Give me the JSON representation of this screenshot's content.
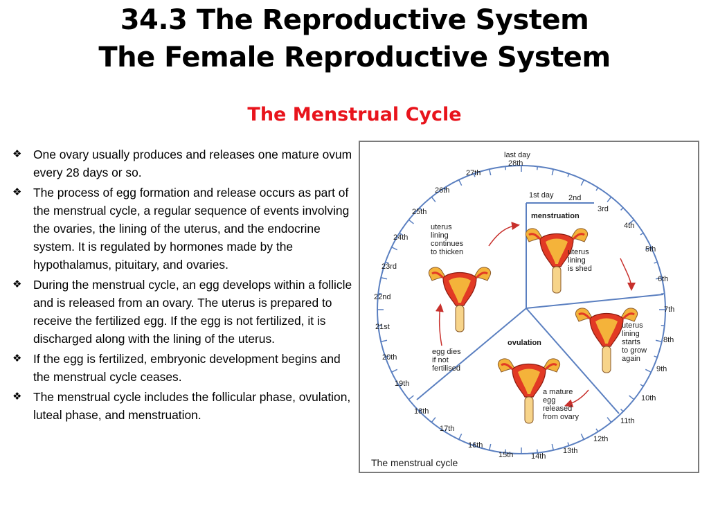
{
  "slide": {
    "title_line1": "34.3 The Reproductive System",
    "title_line2": "The Female Reproductive System",
    "subtitle": "The Menstrual Cycle",
    "bullet_symbol": "❖",
    "bullets": [
      "One ovary usually produces and releases one mature ovum every 28 days or so.",
      "The process of egg formation and release occurs as part of the menstrual cycle, a regular sequence of events involving the ovaries, the lining of the uterus, and the endocrine system. It is regulated by hormones made by the hypothalamus, pituitary, and ovaries.",
      "During the menstrual cycle, an egg develops within a follicle and is released from an ovary. The uterus is prepared to receive the fertilized egg. If the egg is not fertilized, it is discharged along with the lining of the uterus.",
      "If the egg is fertilized, embryonic development begins and the menstrual cycle ceases.",
      "The menstrual cycle includes the follicular phase, ovulation, luteal phase, and menstruation."
    ]
  },
  "diagram": {
    "caption": "The menstrual cycle",
    "days": [
      "1st day",
      "2nd",
      "3rd",
      "4th",
      "5th",
      "6th",
      "7th",
      "8th",
      "9th",
      "10th",
      "11th",
      "12th",
      "13th",
      "14th",
      "15th",
      "16th",
      "17th",
      "18th",
      "19th",
      "20th",
      "21st",
      "22nd",
      "23rd",
      "24th",
      "25th",
      "26th",
      "27th",
      "last day 28th"
    ],
    "last_day_line1": "last day",
    "last_day_line2": "28th",
    "sections": {
      "menstruation": "menstruation",
      "ovulation": "ovulation"
    },
    "labels": {
      "shed": [
        "uterus",
        "lining",
        "is shed"
      ],
      "grow": [
        "uterus",
        "lining",
        "starts",
        "to grow",
        "again"
      ],
      "released": [
        "a mature",
        "egg",
        "released",
        "from ovary"
      ],
      "dies": [
        "egg dies",
        "if not",
        "fertilised"
      ],
      "thicken": [
        "uterus",
        "lining",
        "continues",
        "to thicken"
      ]
    },
    "colors": {
      "circle": "#5a7fc0",
      "arrow": "#c8302c",
      "uterus": "#e23a24",
      "uterus_inner": "#f4b33a",
      "title_red": "#e8141c"
    }
  }
}
